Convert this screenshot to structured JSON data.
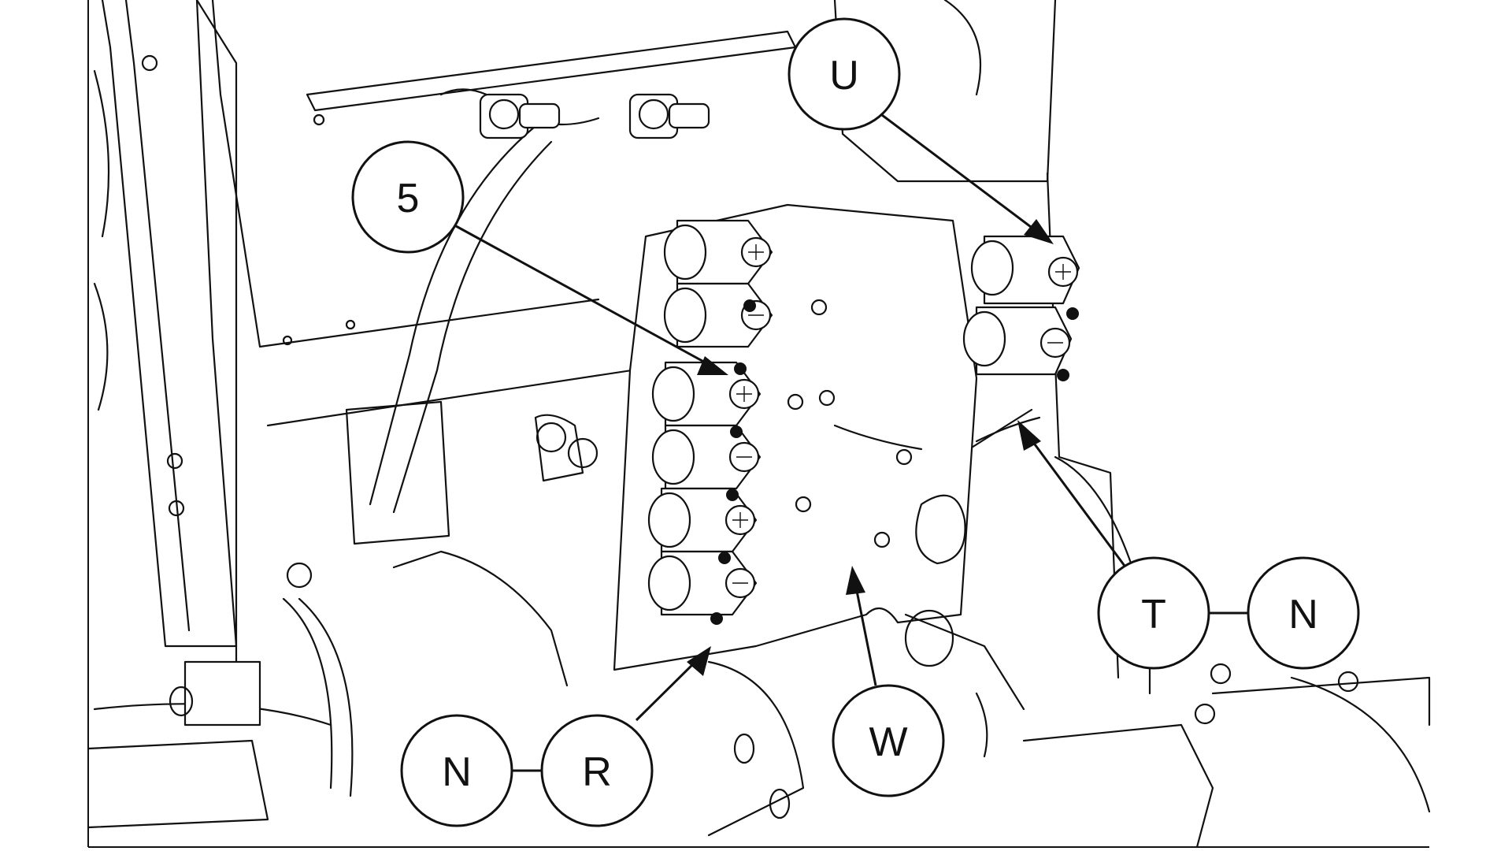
{
  "callouts": {
    "u": "U",
    "five": "5",
    "t": "T",
    "n_right": "N",
    "n_left": "N",
    "r": "R",
    "w": "W"
  }
}
